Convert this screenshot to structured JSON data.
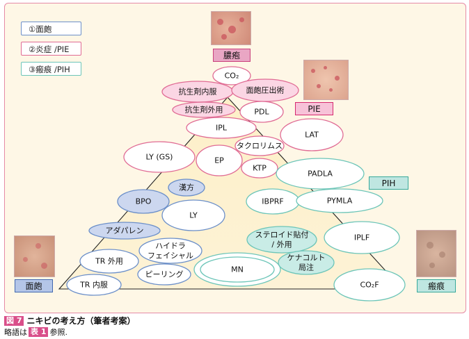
{
  "legend": {
    "item1": "①面皰",
    "item2": "②炎症 /PIE",
    "item3": "③瘢痕 /PIH"
  },
  "labels": {
    "pustule": "膿疱",
    "pie": "PIE",
    "pih": "PIH",
    "comedo": "面皰",
    "scar": "瘢痕"
  },
  "treatments": {
    "co2": "CO₂",
    "oral_abx": "抗生剤内服",
    "comedo_extract": "面皰圧出術",
    "topical_abx": "抗生剤外用",
    "pdl": "PDL",
    "ipl": "IPL",
    "lat": "LAT",
    "ly_gs": "LY (GS)",
    "ep": "EP",
    "tacrolimus": "タクロリムス",
    "ktp": "KTP",
    "padla": "PADLA",
    "kampo": "漢方",
    "bpo": "BPO",
    "ly": "LY",
    "ibprf": "IBPRF",
    "pymla": "PYMLA",
    "adapalene": "アダパレン",
    "steroid_l1": "ステロイド貼付",
    "steroid_l2": "/ 外用",
    "iplf": "IPLF",
    "tr_topical": "TR 外用",
    "hydra_l1": "ハイドラ",
    "hydra_l2": "フェイシャル",
    "mn": "MN",
    "kenacort_l1": "ケナコルト",
    "kenacort_l2": "局注",
    "peeling": "ピーリング",
    "tr_oral": "TR 内服",
    "co2f": "CO₂F"
  },
  "caption": {
    "fig_label": "図 7",
    "title": "ニキビの考え方（筆者考案）",
    "note_prefix": "略語は",
    "table_ref": "表 1",
    "note_suffix": "参照."
  },
  "colors": {
    "comedo": "#6b8fc9",
    "inflammation": "#e06b94",
    "scar": "#6cc5b8",
    "panel_bg": "#fef7e6",
    "accent": "#d94f8a"
  }
}
